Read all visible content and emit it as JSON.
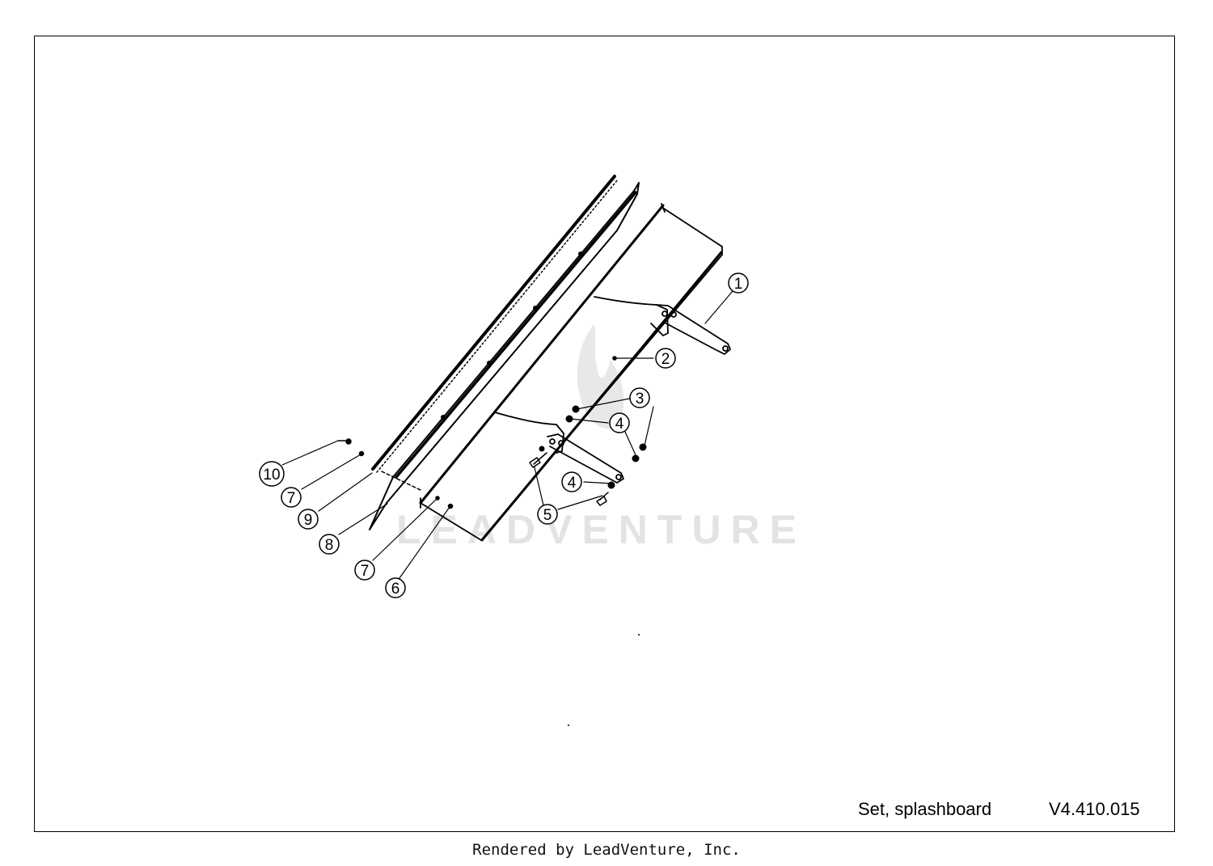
{
  "diagram": {
    "part_title": "Set, splashboard",
    "part_number": "V4.410.015",
    "watermark_text": "LEADVENTURE",
    "footer": "Rendered by LeadVenture, Inc.",
    "line_color": "#000000",
    "watermark_color": "#e3e3e3",
    "callouts": [
      {
        "id": "1",
        "label": "1"
      },
      {
        "id": "2",
        "label": "2"
      },
      {
        "id": "3",
        "label": "3"
      },
      {
        "id": "4a",
        "label": "4"
      },
      {
        "id": "4b",
        "label": "4"
      },
      {
        "id": "5",
        "label": "5"
      },
      {
        "id": "6",
        "label": "6"
      },
      {
        "id": "7a",
        "label": "7"
      },
      {
        "id": "7b",
        "label": "7"
      },
      {
        "id": "8",
        "label": "8"
      },
      {
        "id": "9",
        "label": "9"
      },
      {
        "id": "10",
        "label": "10"
      }
    ]
  }
}
